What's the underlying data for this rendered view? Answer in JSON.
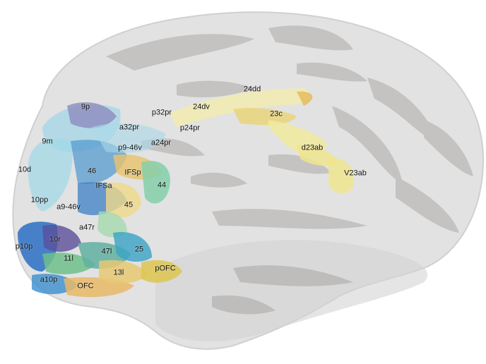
{
  "labels": {
    "l_24dd": "24dd",
    "l_9p": "9p",
    "l_p32pr": "p32pr",
    "l_24dv": "24dv",
    "l_23c": "23c",
    "l_a32pr": "a32pr",
    "l_p24pr": "p24pr",
    "l_9m": "9m",
    "l_p9_46v": "p9-46v",
    "l_a24pr": "a24pr",
    "l_d23ab": "d23ab",
    "l_10d": "10d",
    "l_46": "46",
    "l_IFSp": "IFSp",
    "l_V23ab": "V23ab",
    "l_IFSa": "IFSa",
    "l_44": "44",
    "l_10pp": "10pp",
    "l_45": "45",
    "l_a9_46v": "a9-46v",
    "l_a47r": "a47r",
    "l_10r": "10r",
    "l_p10p": "p10p",
    "l_47l": "47l",
    "l_25": "25",
    "l_11l": "11l",
    "l_pOFC": "pOFC",
    "l_13l": "13l",
    "l_a10p": "a10p",
    "l_OFC": "OFC"
  },
  "colors": {
    "brain_fill": "#d9d9d9",
    "sulcus": "#9a9490",
    "frontal_blue": "#5aa7d8",
    "cyan": "#8fd3e6",
    "purple": "#7b7fb8",
    "green": "#8fcfae",
    "teal": "#7cc7a8",
    "yellow": "#efe89a",
    "orange": "#e6b85a",
    "deep_blue": "#2a6fc4"
  }
}
